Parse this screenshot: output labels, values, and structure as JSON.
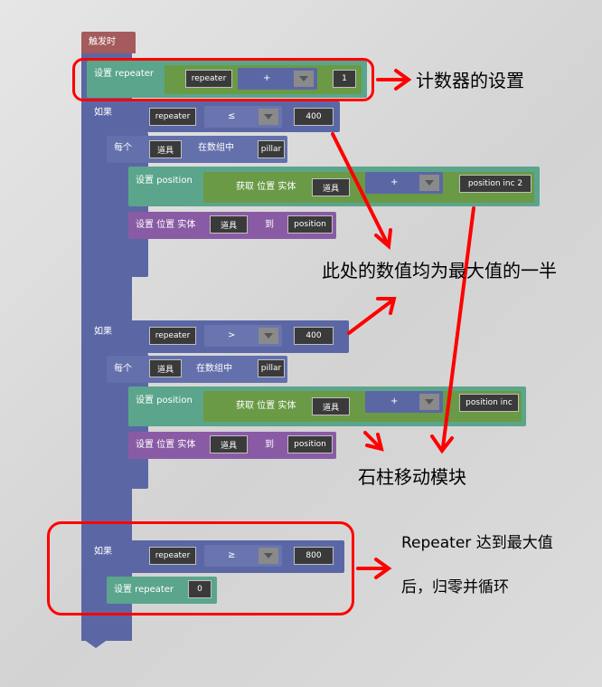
{
  "trigger": {
    "label": "触发时"
  },
  "block1": {
    "set_label": "设置 repeater",
    "var": "repeater",
    "op": "+",
    "value": "1"
  },
  "block2": {
    "if_label": "如果",
    "var": "repeater",
    "op": "≤",
    "value": "400",
    "each_label": "每个",
    "item": "道具",
    "in_array_label": "在数组中",
    "array": "pillar",
    "set_position_label": "设置 position",
    "get_label": "获取 位置 实体",
    "get_item": "道具",
    "plus_op": "+",
    "inc": "position inc 2",
    "set_loc_label": "设置 位置 实体",
    "loc_item": "道具",
    "to_label": "到",
    "loc_value": "position"
  },
  "block3": {
    "if_label": "如果",
    "var": "repeater",
    "op": ">",
    "value": "400",
    "each_label": "每个",
    "item": "道具",
    "in_array_label": "在数组中",
    "array": "pillar",
    "set_position_label": "设置 position",
    "get_label": "获取 位置 实体",
    "get_item": "道具",
    "plus_op": "+",
    "inc": "position inc",
    "set_loc_label": "设置 位置 实体",
    "loc_item": "道具",
    "to_label": "到",
    "loc_value": "position"
  },
  "block4": {
    "if_label": "如果",
    "var": "repeater",
    "op": "≥",
    "value": "800",
    "set_label": "设置 repeater",
    "set_value": "0"
  },
  "annotations": {
    "counter_setting": "计数器的设置",
    "half_max": "此处的数值均为最大值的一半",
    "pillar_move": "石柱移动模块",
    "reset_line1": "Repeater 达到最大值",
    "reset_line2": "后，归零并循环"
  },
  "colors": {
    "trigger": "#a55b5b",
    "control": "#5b67a5",
    "set_variable": "#5ba58c",
    "set_position": "#8a5ba5",
    "get_position": "#6a9a45",
    "annotation_red": "#ff0000"
  }
}
